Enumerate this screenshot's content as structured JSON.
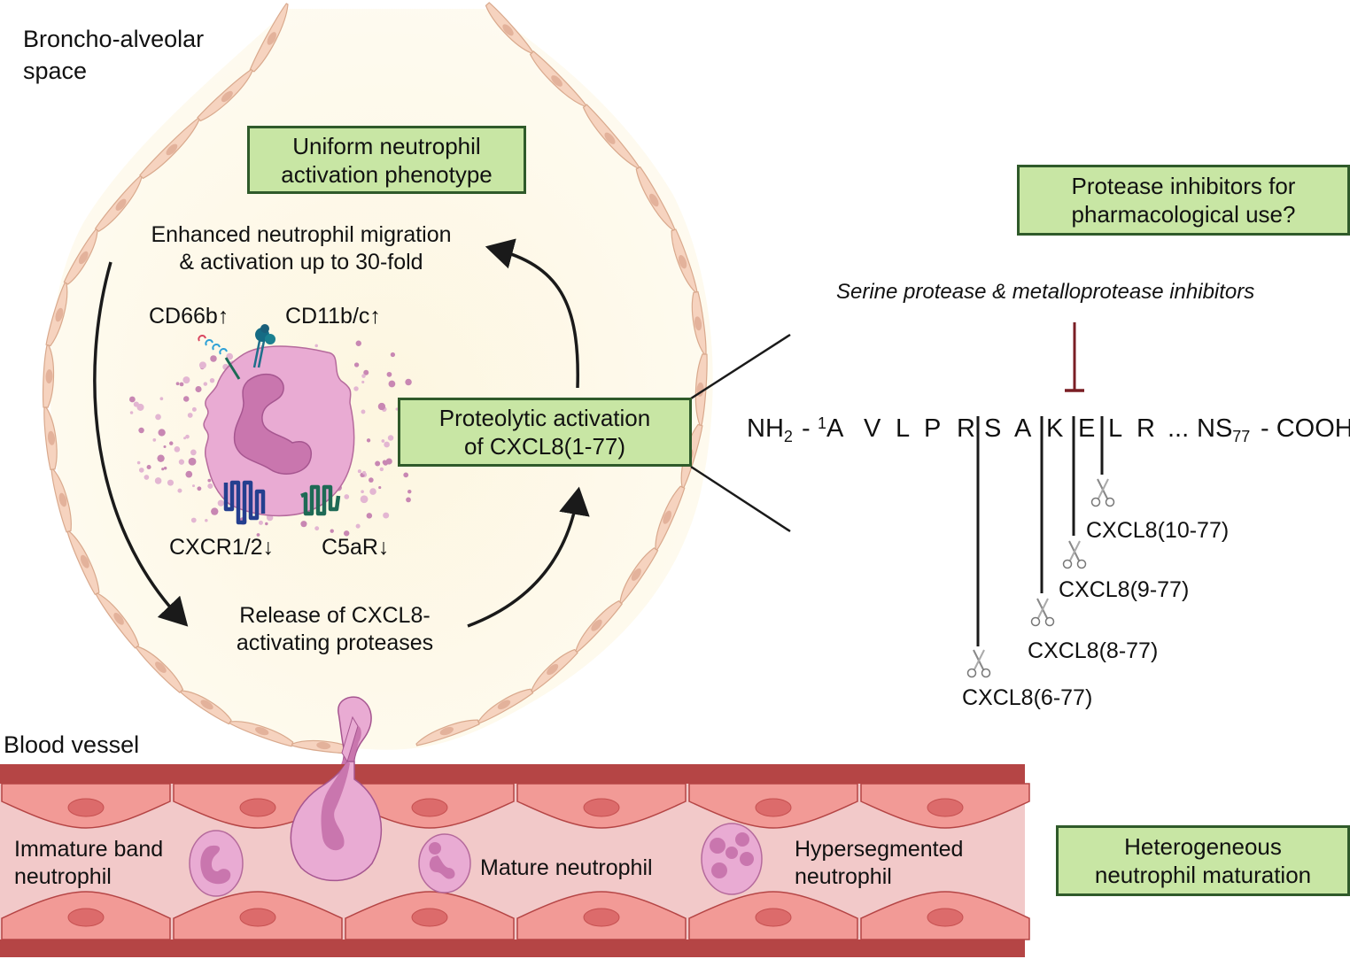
{
  "labels": {
    "alveolar_space": [
      "Broncho-alveolar",
      "space"
    ],
    "blood_vessel": "Blood vessel",
    "enhanced_migration": [
      "Enhanced neutrophil migration",
      "& activation up to 30-fold"
    ],
    "release_proteases": [
      "Release of CXCL8-",
      "activating proteases"
    ],
    "markers": {
      "cd66b": "CD66b↑",
      "cd11bc": "CD11b/c↑",
      "cxcr12": "CXCR1/2↓",
      "c5ar": "C5aR↓"
    },
    "inhibitors_note": "Serine protease & metalloprotease inhibitors"
  },
  "boxes": {
    "uniform": [
      "Uniform neutrophil",
      "activation phenotype"
    ],
    "proteolytic": [
      "Proteolytic activation",
      "of CXCL8(1-77)"
    ],
    "protease_inhibitors": [
      "Protease inhibitors for",
      "pharmacological use?"
    ],
    "heterogeneous": [
      "Heterogeneous",
      "neutrophil maturation"
    ]
  },
  "sequence": {
    "nh2": "NH",
    "nh2_sub": "2",
    "dash1": "-",
    "pos1": "1",
    "residues": [
      "A",
      "V",
      "L",
      "P",
      "R",
      "S",
      "A",
      "K",
      "E",
      "L",
      "R"
    ],
    "ellipsis": "...",
    "ns": "NS",
    "ns_sub": "77",
    "cooh": "- COOH"
  },
  "cleavage_products": [
    {
      "name": "CXCL8(10-77)",
      "after_residue": "E"
    },
    {
      "name": "CXCL8(9-77)",
      "after_residue": "K"
    },
    {
      "name": "CXCL8(8-77)",
      "after_residue": "A"
    },
    {
      "name": "CXCL8(6-77)",
      "after_residue": "R"
    }
  ],
  "vessel_cells": {
    "immature": [
      "Immature band",
      "neutrophil"
    ],
    "mature": "Mature neutrophil",
    "hypersegmented": [
      "Hypersegmented",
      "neutrophil"
    ]
  },
  "colors": {
    "box_fill": "#c8e6a4",
    "box_border": "#2f5a2a",
    "alveolus_fill": "#fdf8e8",
    "epithelial_cell": "#f6d3bf",
    "vessel_dark": "#b54545",
    "vessel_endothelium": "#f29a96",
    "vessel_lumen": "#f2c9c9",
    "neutrophil": "#e9abd3",
    "nucleus": "#c976ae",
    "inhibitor_line": "#7a1e24"
  }
}
